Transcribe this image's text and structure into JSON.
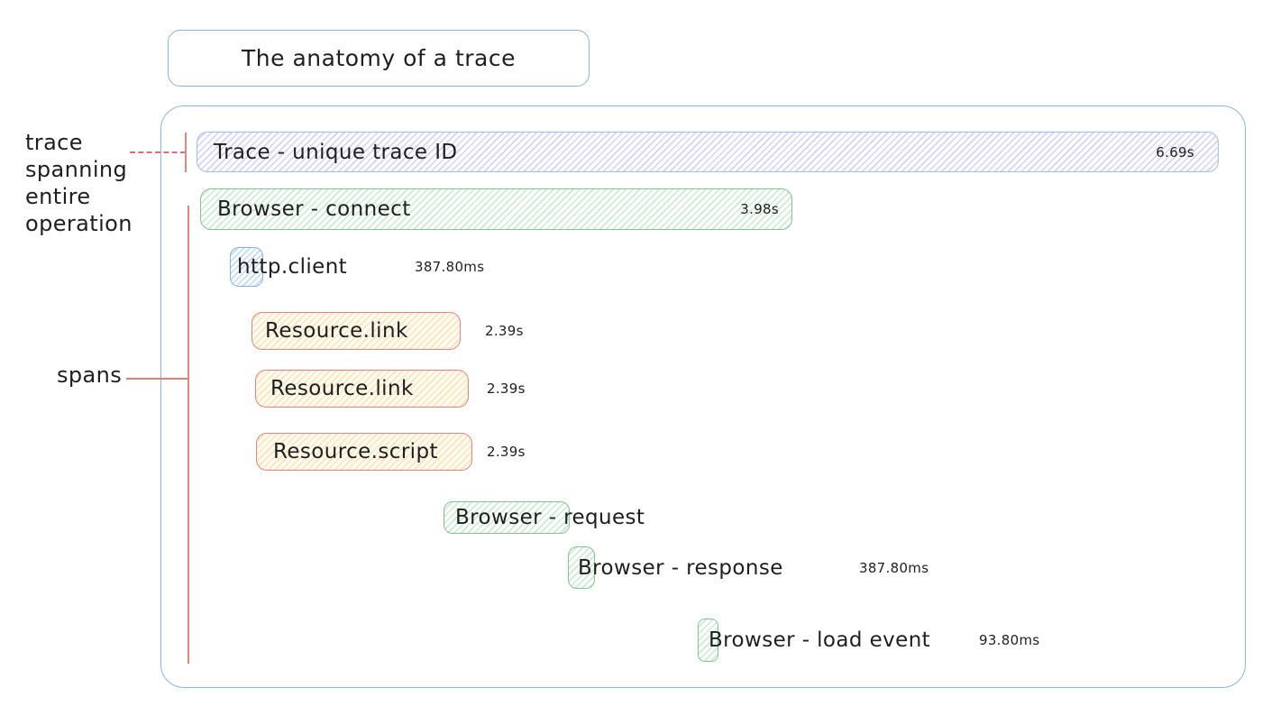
{
  "title": "The anatomy of a trace",
  "annotations": {
    "trace_note": {
      "lines": [
        "trace",
        "spanning",
        "entire",
        "operation"
      ]
    },
    "spans_note": "spans"
  },
  "trace": {
    "label": "Trace - unique trace ID",
    "duration": "6.69s"
  },
  "spans": [
    {
      "name": "browser-connect",
      "label": "Browser - connect",
      "duration": "3.98s",
      "color": "green"
    },
    {
      "name": "http-client",
      "label": "http.client",
      "duration": "387.80ms",
      "color": "blue"
    },
    {
      "name": "resource-link-1",
      "label": "Resource.link",
      "duration": "2.39s",
      "color": "yellow"
    },
    {
      "name": "resource-link-2",
      "label": "Resource.link",
      "duration": "2.39s",
      "color": "yellow"
    },
    {
      "name": "resource-script",
      "label": "Resource.script",
      "duration": "2.39s",
      "color": "yellow"
    },
    {
      "name": "browser-request",
      "label": "Browser - request",
      "duration": null,
      "color": "green"
    },
    {
      "name": "browser-response",
      "label": "Browser - response",
      "duration": "387.80ms",
      "color": "green"
    },
    {
      "name": "browser-load-event",
      "label": "Browser - load event",
      "duration": "93.80ms",
      "color": "green"
    }
  ],
  "colors": {
    "frame_blue": "#8cb4e2",
    "trace_border": "#9cc2ea",
    "trace_fill": "#eae4f8",
    "green_border": "#86c295",
    "green_fill": "#e2f2e6",
    "blue_border": "#82b4e2",
    "blue_fill": "#dcebfa",
    "resource_border": "#e5847e",
    "resource_fill": "#fbf3d9",
    "annotation_red": "#dd6f6f",
    "text": "#1f1f1f"
  }
}
